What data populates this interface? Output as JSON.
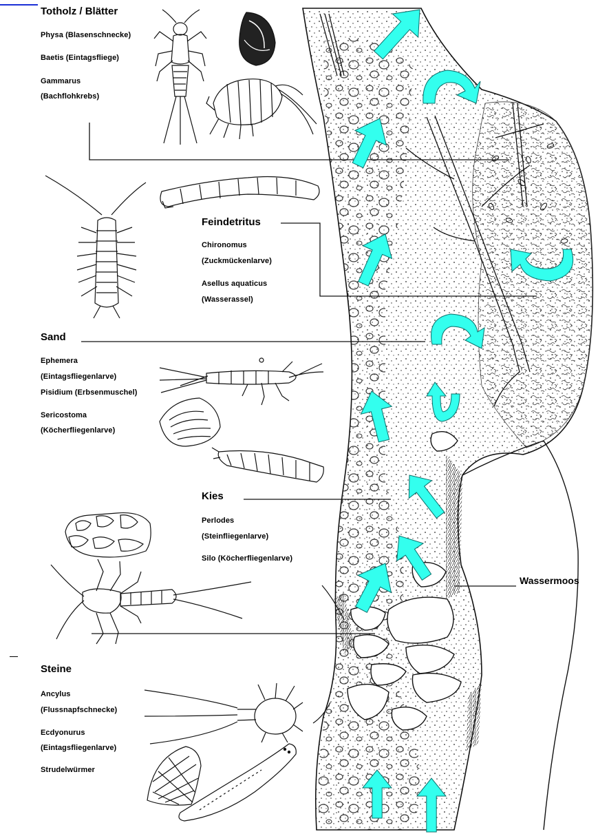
{
  "zones": [
    {
      "id": "totholz",
      "label": "Totholz / Blätter",
      "species": [
        "Physa (Blasenschnecke)",
        "Baetis (Eintagsfliege)",
        "Gammarus",
        "(Bachflohkrebs)"
      ]
    },
    {
      "id": "feindetritus",
      "label": "Feindetritus",
      "species": [
        "Chironomus",
        "(Zuckmückenlarve)",
        "Asellus aquaticus",
        "(Wasserassel)"
      ]
    },
    {
      "id": "sand",
      "label": "Sand",
      "species": [
        "Ephemera",
        "(Eintagsfliegenlarve)",
        "Pisidium (Erbsenmuschel)",
        "Sericostoma",
        "(Köcherfliegenlarve)"
      ]
    },
    {
      "id": "kies",
      "label": "Kies",
      "species": [
        "Perlodes",
        "(Steinfliegenlarve)",
        "Silo (Köcherfliegenlarve)"
      ]
    },
    {
      "id": "steine",
      "label": "Steine",
      "species": [
        "Ancylus",
        "(Flussnapfschnecke)",
        "Ecdyonurus",
        "(Eintagsfliegenlarve)",
        "Strudelwürmer"
      ]
    }
  ],
  "wassermoos_label": "Wassermoos",
  "colors": {
    "arrow_fill": "#33ffee",
    "arrow_stroke": "#0b6f6a",
    "ink": "#111111",
    "link_blue": "#1a2fd6"
  },
  "icons": [
    "mayfly-nymph-icon",
    "snail-shell-icon",
    "amphipod-icon",
    "isopod-icon",
    "midge-larva-icon",
    "burrowing-mayfly-icon",
    "clam-shell-icon",
    "caddis-case-icon",
    "caddis-stone-case-icon",
    "stonefly-nymph-icon",
    "flat-mayfly-icon",
    "limpet-shell-icon",
    "flatworm-icon"
  ]
}
